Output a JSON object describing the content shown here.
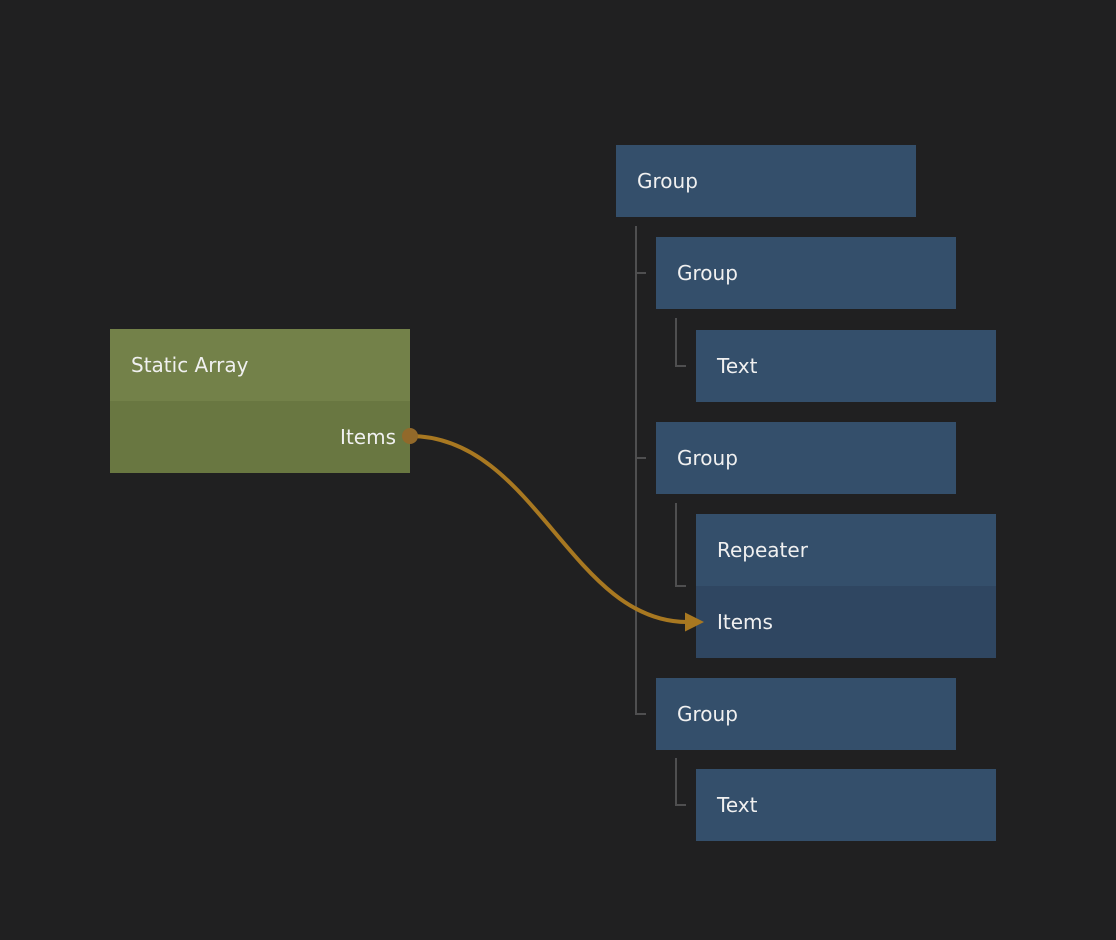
{
  "colors": {
    "background": "#202021",
    "node_blue": "#344f6b",
    "node_blue_subrow": "#2f4661",
    "node_green_header": "#738149",
    "node_green_body": "#697741",
    "wire": "#a87821",
    "port_dot": "#92692a",
    "tree_connector_line": "#4f4f50",
    "text": "#f0f0f0"
  },
  "source_node": {
    "title": "Static Array",
    "ports": {
      "output": "Items"
    }
  },
  "tree": {
    "nodes": [
      {
        "label": "Group"
      },
      {
        "label": "Group"
      },
      {
        "label": "Text"
      },
      {
        "label": "Group"
      },
      {
        "label": "Repeater",
        "port": "Items"
      },
      {
        "label": "Group"
      },
      {
        "label": "Text"
      }
    ]
  },
  "connection": {
    "from_node": "Static Array",
    "from_port": "Items",
    "to_node": "Repeater",
    "to_port": "Items"
  }
}
